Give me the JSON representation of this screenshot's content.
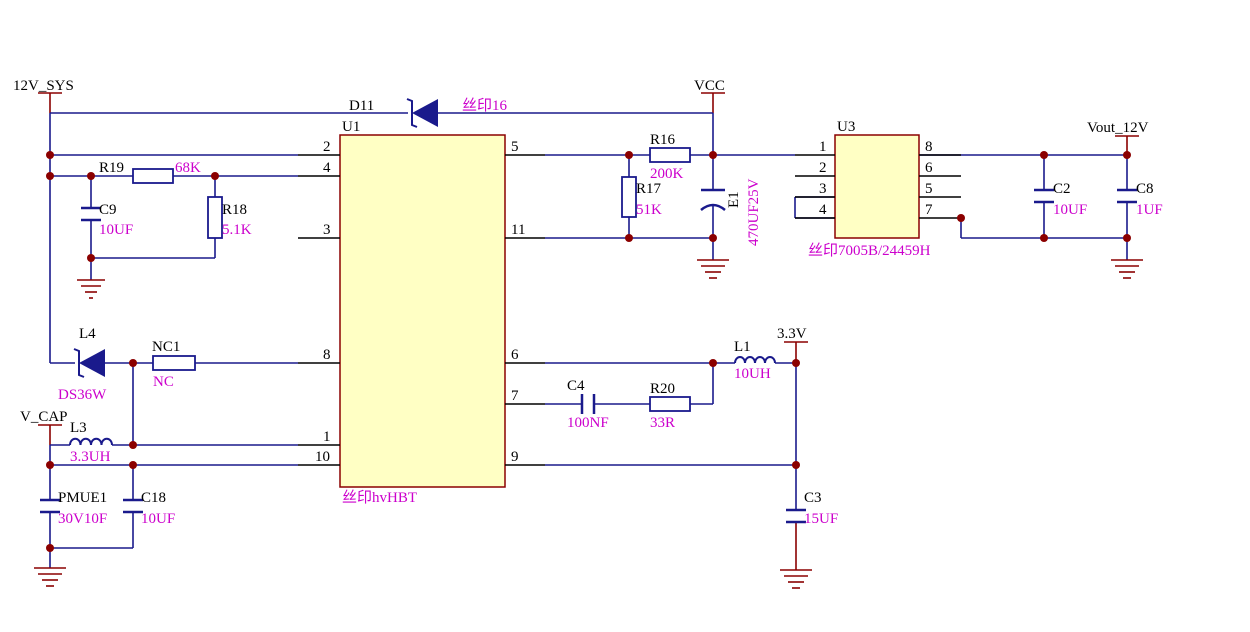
{
  "nets": {
    "v12_sys": "12V_SYS",
    "vcc": "VCC",
    "vout": "Vout_12V",
    "v33": "3.3V",
    "vcap": "V_CAP"
  },
  "u1": {
    "ref": "U1",
    "silk": "丝印hvHBT",
    "pins_left": [
      "2",
      "4",
      "3",
      "8",
      "1",
      "10"
    ],
    "pins_right": [
      "5",
      "11",
      "6",
      "7",
      "9"
    ]
  },
  "u3": {
    "ref": "U3",
    "silk": "丝印7005B/24459H",
    "pins_left": [
      "1",
      "2",
      "3",
      "4"
    ],
    "pins_right": [
      "8",
      "6",
      "5",
      "7"
    ]
  },
  "d11": {
    "ref": "D11",
    "value": "丝印16"
  },
  "l4": {
    "ref": "L4",
    "value": "DS36W"
  },
  "nc1": {
    "ref": "NC1",
    "value": "NC"
  },
  "r19": {
    "ref": "R19",
    "value": "68K"
  },
  "r18": {
    "ref": "R18",
    "value": "5.1K"
  },
  "c9": {
    "ref": "C9",
    "value": "10UF"
  },
  "r16": {
    "ref": "R16",
    "value": "200K"
  },
  "r17": {
    "ref": "R17",
    "value": "51K"
  },
  "e1": {
    "ref": "E1",
    "value": "470UF25V"
  },
  "c2": {
    "ref": "C2",
    "value": "10UF"
  },
  "c8": {
    "ref": "C8",
    "value": "1UF"
  },
  "l1": {
    "ref": "L1",
    "value": "10UH"
  },
  "c4": {
    "ref": "C4",
    "value": "100NF"
  },
  "r20": {
    "ref": "R20",
    "value": "33R"
  },
  "l3": {
    "ref": "L3",
    "value": "3.3UH"
  },
  "pmue1": {
    "ref": "PMUE1",
    "value": "30V10F"
  },
  "c18": {
    "ref": "C18",
    "value": "10UF"
  },
  "c3": {
    "ref": "C3",
    "value": "15UF"
  },
  "colors": {
    "wire": "#1a1a8c",
    "chip_fill": "#ffffc4",
    "chip_border": "#8b0000",
    "value_text": "#cc00cc",
    "component": "#1a1a8c",
    "power": "#8b0000"
  }
}
